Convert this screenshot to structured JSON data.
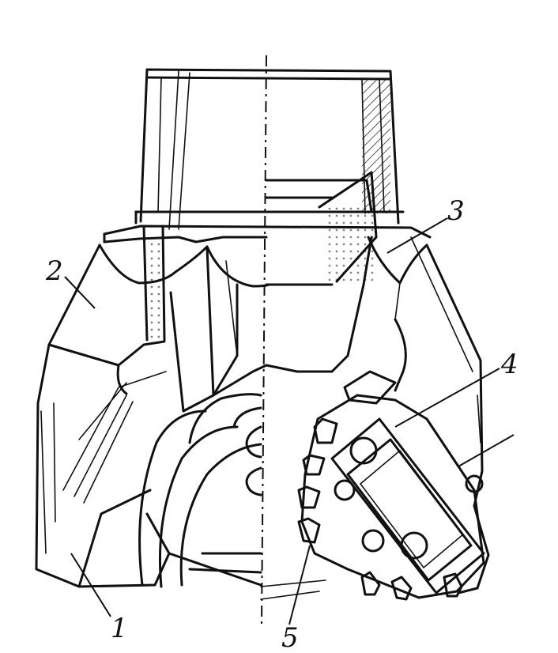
{
  "diagram": {
    "labels": {
      "l1": "1",
      "l2": "2",
      "l3": "3",
      "l4": "4",
      "l5": "5"
    }
  },
  "colors": {
    "ink": "#111111",
    "paper": "#ffffff"
  }
}
